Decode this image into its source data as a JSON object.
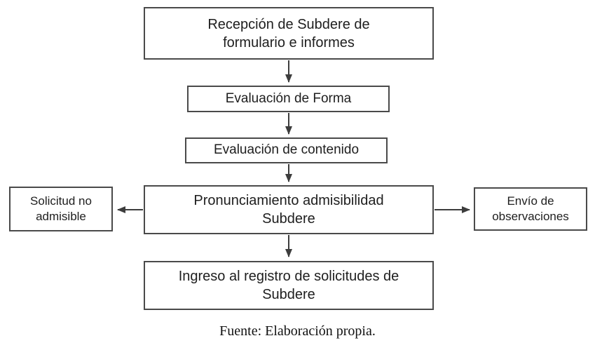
{
  "nodes": {
    "recepcion": {
      "label": "Recepción de Subdere de\nformulario e informes"
    },
    "eval_forma": {
      "label": "Evaluación de Forma"
    },
    "eval_contenido": {
      "label": "Evaluación de contenido"
    },
    "pronunciamiento": {
      "label": "Pronunciamiento admisibilidad\nSubdere"
    },
    "solicitud_no_admisible": {
      "label": "Solicitud no\nadmisible"
    },
    "envio_observaciones": {
      "label": "Envío de\nobservaciones"
    },
    "ingreso_registro": {
      "label": "Ingreso al registro de solicitudes de\nSubdere"
    }
  },
  "edges": [
    {
      "from": "recepcion",
      "to": "eval_forma"
    },
    {
      "from": "eval_forma",
      "to": "eval_contenido"
    },
    {
      "from": "eval_contenido",
      "to": "pronunciamiento"
    },
    {
      "from": "pronunciamiento",
      "to": "solicitud_no_admisible"
    },
    {
      "from": "pronunciamiento",
      "to": "envio_observaciones"
    },
    {
      "from": "pronunciamiento",
      "to": "ingreso_registro"
    }
  ],
  "caption": "Fuente: Elaboración propia.",
  "colors": {
    "border": "#4a4a4a",
    "arrow": "#3d3d3d",
    "text": "#1e1e1e",
    "background": "#ffffff"
  }
}
